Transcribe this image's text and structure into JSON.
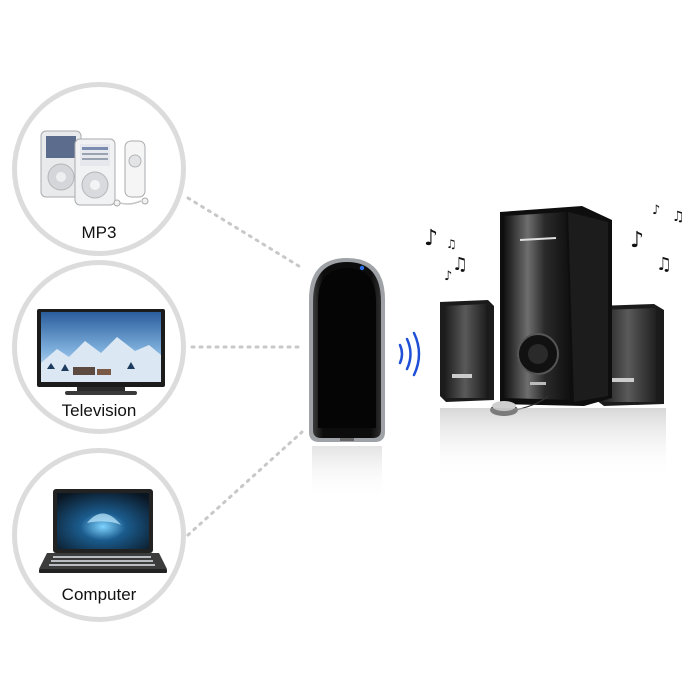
{
  "sources": [
    {
      "label": "MP3",
      "icon": "mp3-player-icon"
    },
    {
      "label": "Television",
      "icon": "television-icon"
    },
    {
      "label": "Computer",
      "icon": "laptop-icon"
    }
  ],
  "receiver": {
    "icon": "bluetooth-receiver-icon",
    "led_color": "#2a6fe8"
  },
  "signal": {
    "icon": "wireless-signal-icon",
    "color": "#1f4fd6"
  },
  "speakers": {
    "icon": "speaker-system-icon"
  },
  "notes": [
    "♪",
    "♫",
    "♪",
    "♫",
    "♪",
    "♫",
    "♪",
    "♫"
  ],
  "colors": {
    "circle_border": "#dcdcdc",
    "dots": "#c8c8c8",
    "signal": "#1f4fd6"
  }
}
